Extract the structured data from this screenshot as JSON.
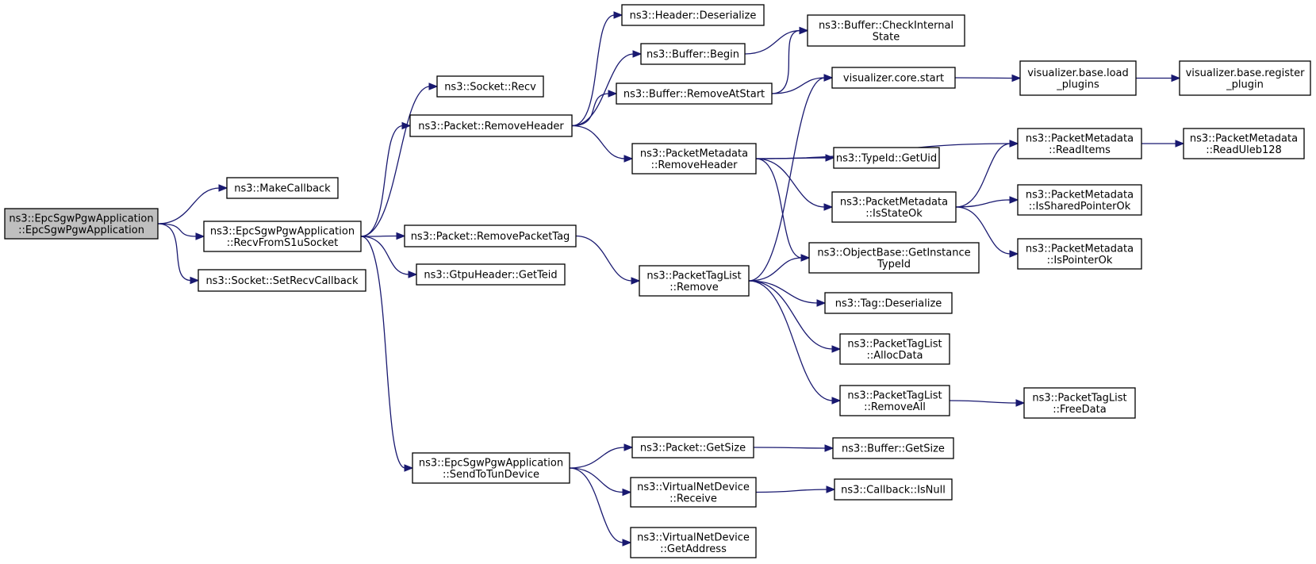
{
  "diagram": {
    "colors": {
      "edge": "#191970",
      "root_fill": "#bfbfbf",
      "node_fill": "#ffffff",
      "node_border": "#000000"
    },
    "nodes": [
      {
        "id": "root",
        "lines": [
          "ns3::EpcSgwPgwApplication",
          "::EpcSgwPgwApplication"
        ],
        "highlight": true
      },
      {
        "id": "makecb",
        "lines": [
          "ns3::MakeCallback"
        ]
      },
      {
        "id": "recvs1u",
        "lines": [
          "ns3::EpcSgwPgwApplication",
          "::RecvFromS1uSocket"
        ]
      },
      {
        "id": "setrecvcb",
        "lines": [
          "ns3::Socket::SetRecvCallback"
        ]
      },
      {
        "id": "sockrecv",
        "lines": [
          "ns3::Socket::Recv"
        ]
      },
      {
        "id": "pktremhdr",
        "lines": [
          "ns3::Packet::RemoveHeader"
        ]
      },
      {
        "id": "pktrempkttag",
        "lines": [
          "ns3::Packet::RemovePacketTag"
        ]
      },
      {
        "id": "gtputeid",
        "lines": [
          "ns3::GtpuHeader::GetTeid"
        ]
      },
      {
        "id": "sendtun",
        "lines": [
          "ns3::EpcSgwPgwApplication",
          "::SendToTunDevice"
        ]
      },
      {
        "id": "hdrdeser",
        "lines": [
          "ns3::Header::Deserialize"
        ]
      },
      {
        "id": "bufbegin",
        "lines": [
          "ns3::Buffer::Begin"
        ]
      },
      {
        "id": "bufremstart",
        "lines": [
          "ns3::Buffer::RemoveAtStart"
        ]
      },
      {
        "id": "pmremhdr",
        "lines": [
          "ns3::PacketMetadata",
          "::RemoveHeader"
        ]
      },
      {
        "id": "ptlremove",
        "lines": [
          "ns3::PacketTagList",
          "::Remove"
        ]
      },
      {
        "id": "pktgetsize",
        "lines": [
          "ns3::Packet::GetSize"
        ]
      },
      {
        "id": "vndreceive",
        "lines": [
          "ns3::VirtualNetDevice",
          "::Receive"
        ]
      },
      {
        "id": "vndgetaddr",
        "lines": [
          "ns3::VirtualNetDevice",
          "::GetAddress"
        ]
      },
      {
        "id": "bufcheck",
        "lines": [
          "ns3::Buffer::CheckInternal",
          "State"
        ]
      },
      {
        "id": "viscore",
        "lines": [
          "visualizer.core.start"
        ]
      },
      {
        "id": "typeiduid",
        "lines": [
          "ns3::TypeId::GetUid"
        ]
      },
      {
        "id": "pmisstate",
        "lines": [
          "ns3::PacketMetadata",
          "::IsStateOk"
        ]
      },
      {
        "id": "objbase",
        "lines": [
          "ns3::ObjectBase::GetInstance",
          "TypeId"
        ]
      },
      {
        "id": "tagdeser",
        "lines": [
          "ns3::Tag::Deserialize"
        ]
      },
      {
        "id": "ptlalloc",
        "lines": [
          "ns3::PacketTagList",
          "::AllocData"
        ]
      },
      {
        "id": "ptlremall",
        "lines": [
          "ns3::PacketTagList",
          "::RemoveAll"
        ]
      },
      {
        "id": "bufgetsize",
        "lines": [
          "ns3::Buffer::GetSize"
        ]
      },
      {
        "id": "cbisnull",
        "lines": [
          "ns3::Callback::IsNull"
        ]
      },
      {
        "id": "visload",
        "lines": [
          "visualizer.base.load",
          "_plugins"
        ]
      },
      {
        "id": "pmreaditems",
        "lines": [
          "ns3::PacketMetadata",
          "::ReadItems"
        ]
      },
      {
        "id": "pmshared",
        "lines": [
          "ns3::PacketMetadata",
          "::IsSharedPointerOk"
        ]
      },
      {
        "id": "pmpointer",
        "lines": [
          "ns3::PacketMetadata",
          "::IsPointerOk"
        ]
      },
      {
        "id": "ptlfree",
        "lines": [
          "ns3::PacketTagList",
          "::FreeData"
        ]
      },
      {
        "id": "visreg",
        "lines": [
          "visualizer.base.register",
          "_plugin"
        ]
      },
      {
        "id": "pmuleb",
        "lines": [
          "ns3::PacketMetadata",
          "::ReadUleb128"
        ]
      }
    ],
    "edges": [
      [
        "root",
        "makecb"
      ],
      [
        "root",
        "recvs1u"
      ],
      [
        "root",
        "setrecvcb"
      ],
      [
        "recvs1u",
        "sockrecv"
      ],
      [
        "recvs1u",
        "pktremhdr"
      ],
      [
        "recvs1u",
        "pktrempkttag"
      ],
      [
        "recvs1u",
        "gtputeid"
      ],
      [
        "recvs1u",
        "sendtun"
      ],
      [
        "pktremhdr",
        "hdrdeser"
      ],
      [
        "pktremhdr",
        "bufbegin"
      ],
      [
        "pktremhdr",
        "bufremstart"
      ],
      [
        "pktremhdr",
        "pmremhdr"
      ],
      [
        "pktrempkttag",
        "ptlremove"
      ],
      [
        "sendtun",
        "pktgetsize"
      ],
      [
        "sendtun",
        "vndreceive"
      ],
      [
        "sendtun",
        "vndgetaddr"
      ],
      [
        "bufbegin",
        "bufcheck"
      ],
      [
        "bufremstart",
        "bufcheck"
      ],
      [
        "bufremstart",
        "viscore"
      ],
      [
        "pmremhdr",
        "pmreaditems"
      ],
      [
        "pmremhdr",
        "typeiduid"
      ],
      [
        "pmremhdr",
        "pmisstate"
      ],
      [
        "pmremhdr",
        "objbase"
      ],
      [
        "ptlremove",
        "viscore"
      ],
      [
        "ptlremove",
        "objbase"
      ],
      [
        "ptlremove",
        "tagdeser"
      ],
      [
        "ptlremove",
        "ptlalloc"
      ],
      [
        "ptlremove",
        "ptlremall"
      ],
      [
        "pktgetsize",
        "bufgetsize"
      ],
      [
        "vndreceive",
        "cbisnull"
      ],
      [
        "viscore",
        "visload"
      ],
      [
        "visload",
        "visreg"
      ],
      [
        "pmisstate",
        "pmreaditems"
      ],
      [
        "pmisstate",
        "pmshared"
      ],
      [
        "pmisstate",
        "pmpointer"
      ],
      [
        "pmreaditems",
        "pmuleb"
      ],
      [
        "ptlremall",
        "ptlfree"
      ]
    ]
  }
}
